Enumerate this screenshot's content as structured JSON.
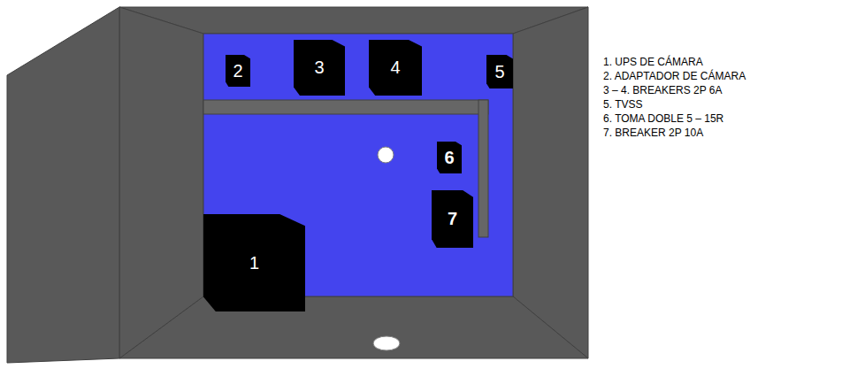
{
  "diagram": {
    "nodes": [
      {
        "text": [
          "2"
        ]
      },
      {
        "text": [
          "3"
        ]
      },
      {
        "text": [
          "4"
        ]
      },
      {
        "text": [
          "5"
        ]
      },
      {
        "text": [
          "6"
        ]
      },
      {
        "text": [
          "7"
        ]
      },
      {
        "text": [
          "1"
        ]
      }
    ],
    "labels": [
      "1. UPS DE CÁMARA",
      "2. ADAPTADOR DE CÁMARA",
      "3 – 4. BREAKERS 2P 6A",
      "5. TVSS",
      "6. TOMA DOBLE 5 – 15R",
      "7. BREAKER 2P 10A"
    ]
  }
}
